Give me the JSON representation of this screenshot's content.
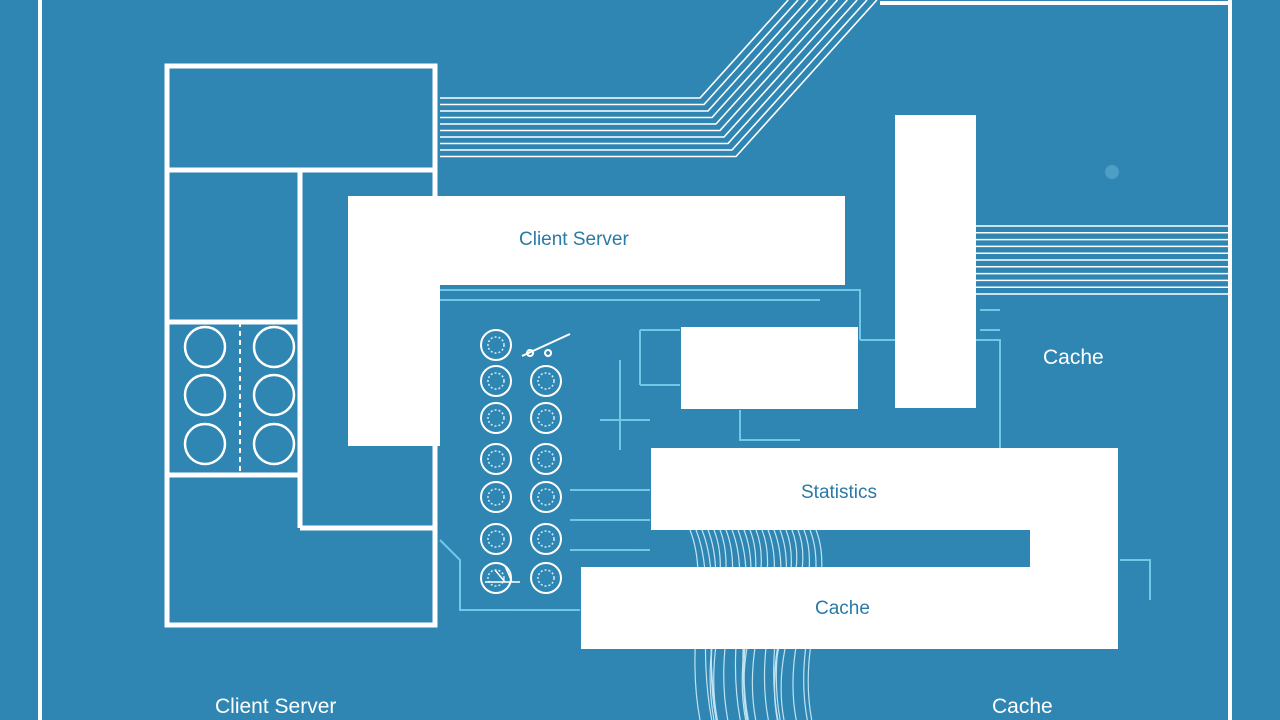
{
  "diagram": {
    "labels": {
      "client_server_block": "Client Server",
      "statistics_block": "Statistics",
      "cache_block": "Cache",
      "cache_side": "Cache",
      "client_server_bottom": "Client Server",
      "cache_bottom": "Cache"
    },
    "colors": {
      "background": "#2f86b3",
      "line": "#ffffff",
      "block": "#ffffff",
      "accent": "#7fd3f0",
      "label_dark": "#2a7aa6"
    },
    "connector_count": 13,
    "shapes": [
      "frame",
      "outline-panel",
      "client-server-block",
      "statistics-block",
      "cache-block",
      "tall-block",
      "small-block"
    ]
  }
}
